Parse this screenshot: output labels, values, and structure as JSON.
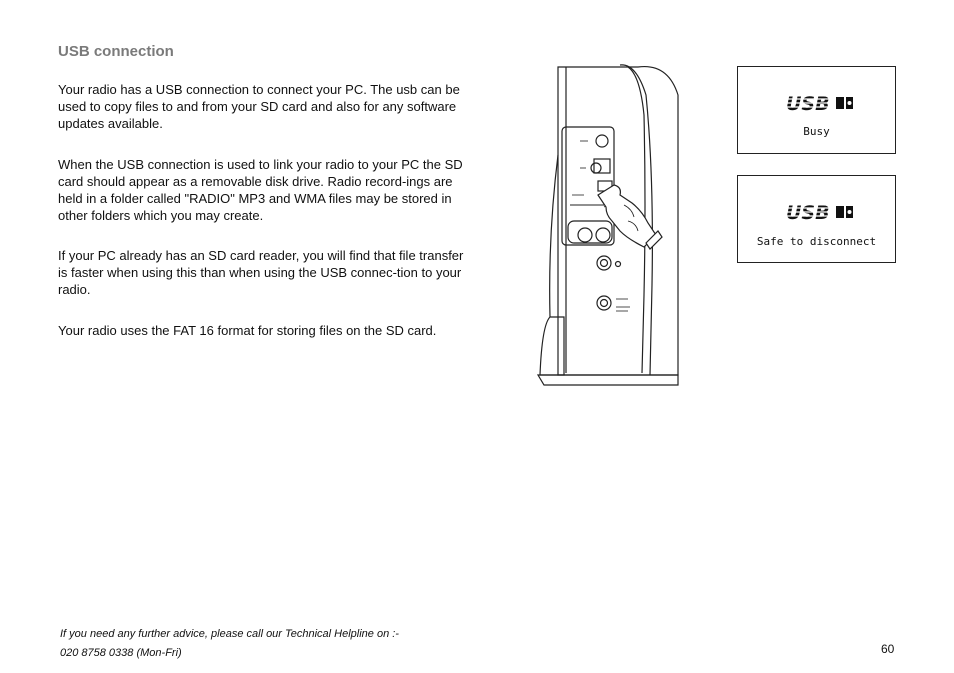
{
  "section": {
    "title": "USB connection"
  },
  "paragraphs": [
    "Your radio has a USB connection to connect your PC. The usb can be used to copy files to and from your SD card and also for any software updates available.",
    "When the USB connection is used to link your radio to your PC the SD card should appear as a removable disk drive. Radio record-ings are held in a folder called \"RADIO\" MP3 and WMA files may be stored in other folders which you may create.",
    "If your PC already has an SD card reader, you will find that file transfer is faster when using this than when using the USB connec-tion to your radio.",
    "Your radio uses the FAT 16 format for storing files on the SD card."
  ],
  "displays": [
    {
      "logo": "USB",
      "text": "Busy"
    },
    {
      "logo": "USB",
      "text": "Safe to disconnect"
    }
  ],
  "footer": {
    "help_text": "If you need any further advice, please call our Technical Helpline on :-",
    "phone": "020 8758 0338 (Mon-Fri)",
    "page_number": "60"
  },
  "icons": {
    "figure": "radio-side-panel-illustration",
    "logo": "usb-logo-icon"
  }
}
